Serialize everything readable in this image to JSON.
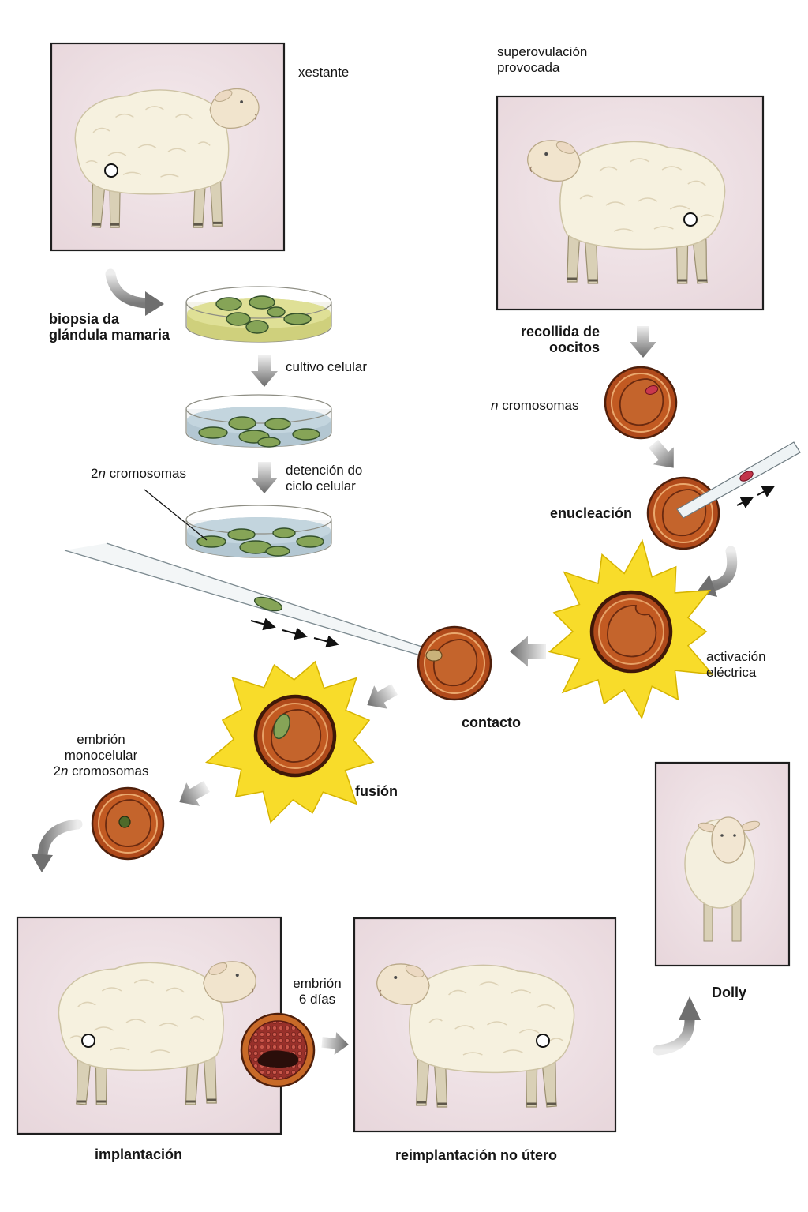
{
  "labels": {
    "donor_sheep": "xestante",
    "superovulation_line1": "superovulación",
    "superovulation_line2": "provocada",
    "biopsy_line1": "biopsia da",
    "biopsy_line2": "glándula mamaria",
    "cell_culture": "cultivo celular",
    "cycle_arrest_line1": "detención do",
    "cycle_arrest_line2": "ciclo celular",
    "diploid_chromosomes": {
      "number": "2",
      "symbol": "n",
      "text": " cromosomas"
    },
    "oocyte_collection_line1": "recollida de",
    "oocyte_collection_line2": "oocitos",
    "haploid_chromosomes": {
      "symbol": "n",
      "text": " cromosomas"
    },
    "enucleation": "enucleación",
    "electric_activation_line1": "activación",
    "electric_activation_line2": "eléctrica",
    "contact": "contacto",
    "fusion": "fusión",
    "one_cell_embryo_line1": "embrión",
    "one_cell_embryo_line2": "monocelular",
    "one_cell_embryo_line3": {
      "number": "2",
      "symbol": "n",
      "text": " cromosomas"
    },
    "six_day_embryo_line1": "embrión",
    "six_day_embryo_line2": "6 días",
    "implantation": "implantación",
    "reimplantation": "reimplantación no útero",
    "dolly": "Dolly"
  },
  "colors": {
    "frame_background": "#e8d7dc",
    "starburst": "#f8dc2a",
    "oocyte": "#b04a1b",
    "cell_green": "#86a457",
    "culture_medium_yellow": "#dfe096",
    "culture_medium_blue": "#c3d5de"
  }
}
